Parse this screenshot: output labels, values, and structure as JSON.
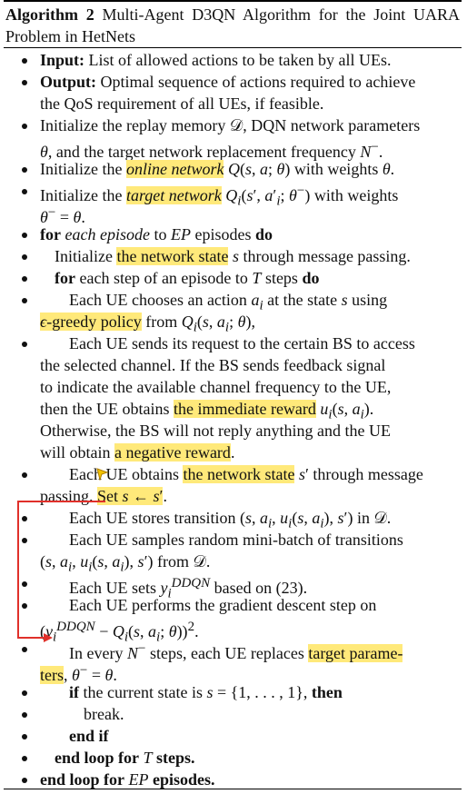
{
  "algorithm": {
    "label": "Algorithm 2",
    "title": "Multi-Agent D3QN Algorithm for the Joint UARA Problem in HetNets",
    "lines": [
      {
        "indent": 0,
        "bullet": true,
        "html": "<b>Input:</b> List of allowed actions to be taken by all UEs."
      },
      {
        "indent": 0,
        "bullet": true,
        "html": "<b>Output:</b> Optimal sequence of actions required to achieve"
      },
      {
        "indent": 0,
        "bullet": false,
        "html": "the QoS requirement of all UEs, if feasible."
      },
      {
        "indent": 0,
        "bullet": true,
        "html": "Initialize the replay memory 𝒟, DQN network parameters"
      },
      {
        "indent": 0,
        "bullet": false,
        "html": "<i>θ</i>, and the target network replacement frequency <i>N</i><sup>−</sup>."
      },
      {
        "indent": 0,
        "bullet": true,
        "html": "Initialize the <span class=\"hl\"><i>online network</i></span> <i>Q</i>(<i>s</i>, <i>a</i>; <i>θ</i>) with weights <i>θ</i>."
      },
      {
        "indent": 0,
        "bullet": true,
        "html": "Initialize the <span class=\"hl\"><i>target network</i></span> <i>Q<sub>i</sub></i>(<i>s</i>′, <i>a</i>′<sub><i>i</i></sub>; <i>θ</i><sup>−</sup>) with weights"
      },
      {
        "indent": 0,
        "bullet": false,
        "html": "<i>θ</i><sup>−</sup> = <i>θ</i>."
      },
      {
        "indent": 0,
        "bullet": true,
        "html": "<b>for</b> <i>each episode</i> to <i>EP</i> episodes <b>do</b>"
      },
      {
        "indent": 1,
        "bullet": true,
        "html": "Initialize <span class=\"hl\">the network state</span> <i>s</i> through message passing."
      },
      {
        "indent": 1,
        "bullet": true,
        "html": "<b>for</b> each step of an episode to <i>T</i> steps <b>do</b>"
      },
      {
        "indent": 2,
        "bullet": true,
        "html": "Each UE chooses an action <i>a<sub>i</sub></i> at the state <i>s</i> using"
      },
      {
        "indent": 0,
        "bullet": false,
        "html": "<span class=\"hl\"><i>ϵ</i>-greedy policy</span> from <i>Q<sub>i</sub></i>(<i>s</i>, <i>a<sub>i</sub></i>; <i>θ</i>),"
      },
      {
        "indent": 2,
        "bullet": true,
        "html": "Each UE sends its request to the certain BS to access"
      },
      {
        "indent": 0,
        "bullet": false,
        "html": "the selected channel. If the BS sends feedback signal"
      },
      {
        "indent": 0,
        "bullet": false,
        "html": "to indicate the available channel frequency to the UE,"
      },
      {
        "indent": 0,
        "bullet": false,
        "html": "then the UE obtains <span class=\"hl\">the immediate reward</span> <i>u<sub>i</sub></i>(<i>s</i>, <i>a<sub>i</sub></i>)."
      },
      {
        "indent": 0,
        "bullet": false,
        "html": "Otherwise, the BS will not reply anything and the UE"
      },
      {
        "indent": 0,
        "bullet": false,
        "html": "will obtain <span class=\"hl\">a negative reward</span>."
      },
      {
        "indent": 2,
        "bullet": true,
        "html": "Each UE obtains <span class=\"hl\">the network state</span> <i>s</i>′ through message"
      },
      {
        "indent": 0,
        "bullet": false,
        "html": "passing. <span class=\"hl\">Set <i>s</i> ← <i>s</i>′</span>."
      },
      {
        "indent": 2,
        "bullet": true,
        "html": "Each UE stores transition (<i>s</i>, <i>a<sub>i</sub></i>, <i>u<sub>i</sub></i>(<i>s</i>, <i>a<sub>i</sub></i>), <i>s</i>′) in 𝒟."
      },
      {
        "indent": 2,
        "bullet": true,
        "html": "Each UE samples random mini-batch of transitions"
      },
      {
        "indent": 0,
        "bullet": false,
        "html": "(<i>s</i>, <i>a<sub>i</sub></i>, <i>u<sub>i</sub></i>(<i>s</i>, <i>a<sub>i</sub></i>), <i>s</i>′) from 𝒟."
      },
      {
        "indent": 2,
        "bullet": true,
        "html": "Each UE sets <i>y<sub>i</sub><sup>DDQN</sup></i> based on (23)."
      },
      {
        "indent": 2,
        "bullet": true,
        "html": "Each UE performs the gradient descent step on"
      },
      {
        "indent": 0,
        "bullet": false,
        "html": "(<i>y<sub>i</sub><sup>DDQN</sup></i> − <i>Q<sub>i</sub></i>(<i>s</i>, <i>a<sub>i</sub></i>; <i>θ</i>))<sup>2</sup>."
      },
      {
        "indent": 2,
        "bullet": true,
        "html": "In every <i>N</i><sup>−</sup> steps, each UE replaces <span class=\"hl\">target parame-</span>"
      },
      {
        "indent": 0,
        "bullet": false,
        "html": "<span class=\"hl\">ters</span>, <i>θ</i><sup>−</sup> = <i>θ</i>."
      },
      {
        "indent": 2,
        "bullet": true,
        "html": "<b>if</b> the current state is <i>s</i> = {1, . . . , 1}, <b>then</b>"
      },
      {
        "indent": 3,
        "bullet": true,
        "html": "break."
      },
      {
        "indent": 2,
        "bullet": true,
        "html": "<b>end if</b>"
      },
      {
        "indent": 1,
        "bullet": true,
        "html": "<b>end loop for</b> <i>T</i> <b>steps.</b>"
      },
      {
        "indent": 0,
        "bullet": true,
        "html": "<b>end loop for</b> <i>EP</i> <b>episodes.</b>"
      }
    ]
  },
  "colors": {
    "highlight": "#ffe97a",
    "arrow": "#e0302a",
    "text": "#111111"
  }
}
